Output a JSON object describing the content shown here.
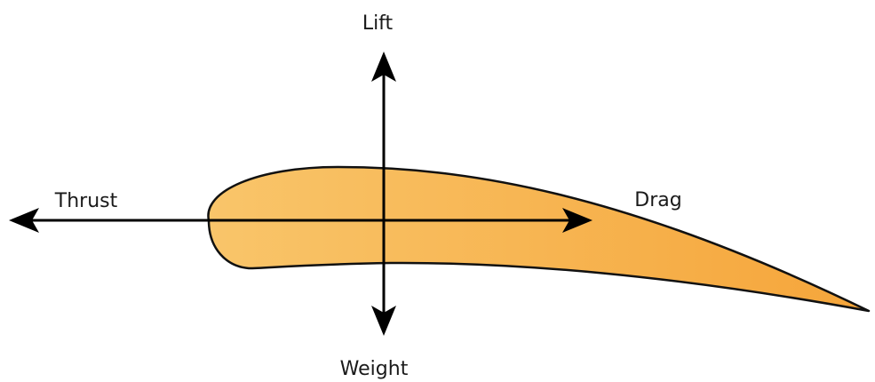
{
  "forces": {
    "lift": "Lift",
    "weight": "Weight",
    "thrust": "Thrust",
    "drag": "Drag"
  },
  "colors": {
    "airfoil_fill_light": "#f9c56a",
    "airfoil_fill_dark": "#f5a53a",
    "outline": "#111111",
    "arrow": "#000000"
  }
}
